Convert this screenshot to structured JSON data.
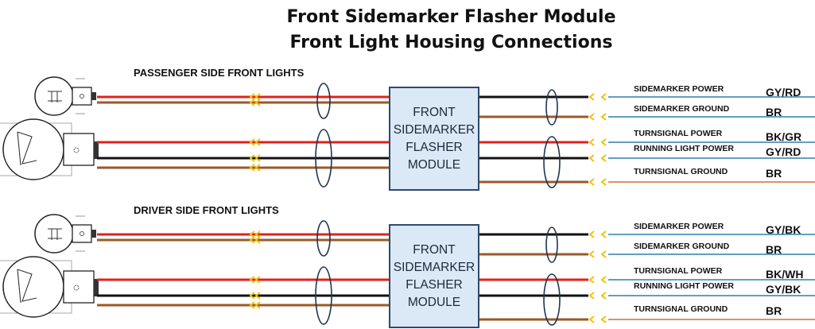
{
  "title": {
    "line1": "Front Sidemarker Flasher Module",
    "line2": "Front Light Housing Connections"
  },
  "sections": [
    {
      "heading": "PASSENGER SIDE FRONT LIGHTS",
      "module_lines": [
        "FRONT",
        "SIDEMARKER",
        "FLASHER",
        "MODULE"
      ],
      "signals": [
        {
          "label": "SIDEMARKER POWER",
          "code": "GY/RD"
        },
        {
          "label": "SIDEMARKER GROUND",
          "code": "BR"
        },
        {
          "label": "TURNSIGNAL POWER",
          "code": "BK/GR"
        },
        {
          "label": "RUNNING LIGHT POWER",
          "code": "GY/RD"
        },
        {
          "label": "TURNSIGNAL GROUND",
          "code": "BR"
        }
      ]
    },
    {
      "heading": "DRIVER SIDE FRONT LIGHTS",
      "module_lines": [
        "FRONT",
        "SIDEMARKER",
        "FLASHER",
        "MODULE"
      ],
      "signals": [
        {
          "label": "SIDEMARKER POWER",
          "code": "GY/BK"
        },
        {
          "label": "SIDEMARKER GROUND",
          "code": "BR"
        },
        {
          "label": "TURNSIGNAL POWER",
          "code": "BK/WH"
        },
        {
          "label": "RUNNING LIGHT POWER",
          "code": "GY/BK"
        },
        {
          "label": "TURNSIGNAL GROUND",
          "code": "BR"
        }
      ]
    }
  ],
  "colors": {
    "wire_red": "#e0211b",
    "wire_brown": "#9a5a2a",
    "wire_black": "#111111",
    "wire_blue": "#2f7fae",
    "wire_orange": "#d4702a",
    "connector_yellow": "#f2c200",
    "module_fill": "#dbe8f6",
    "module_border": "#2d4a6b",
    "clamp": "#1f3550"
  }
}
